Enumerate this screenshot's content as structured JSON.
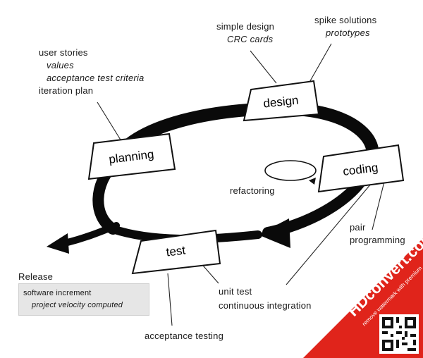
{
  "stages": {
    "design": "design",
    "planning": "planning",
    "coding": "coding",
    "test": "test"
  },
  "notes": {
    "design_top": "simple design",
    "design_sub": "CRC cards",
    "spike_top": "spike solutions",
    "spike_sub": "prototypes",
    "planning_1": "user stories",
    "planning_2": "values",
    "planning_3": "acceptance test criteria",
    "planning_4": "iteration plan",
    "refactoring": "refactoring",
    "pair_1": "pair",
    "pair_2": "programming",
    "unit_test": "unit test",
    "ci": "continuous integration",
    "acceptance": "acceptance testing"
  },
  "release": {
    "title": "Release",
    "line1": "software increment",
    "line2": "project velocity computed"
  },
  "watermark": {
    "brand": "HDconvert.com",
    "sub": "remove watermark with premium"
  },
  "colors": {
    "loop": "#0a0a0a",
    "box_border": "#111111",
    "watermark": "#e0241b",
    "release_box": "#e6e6e6"
  }
}
